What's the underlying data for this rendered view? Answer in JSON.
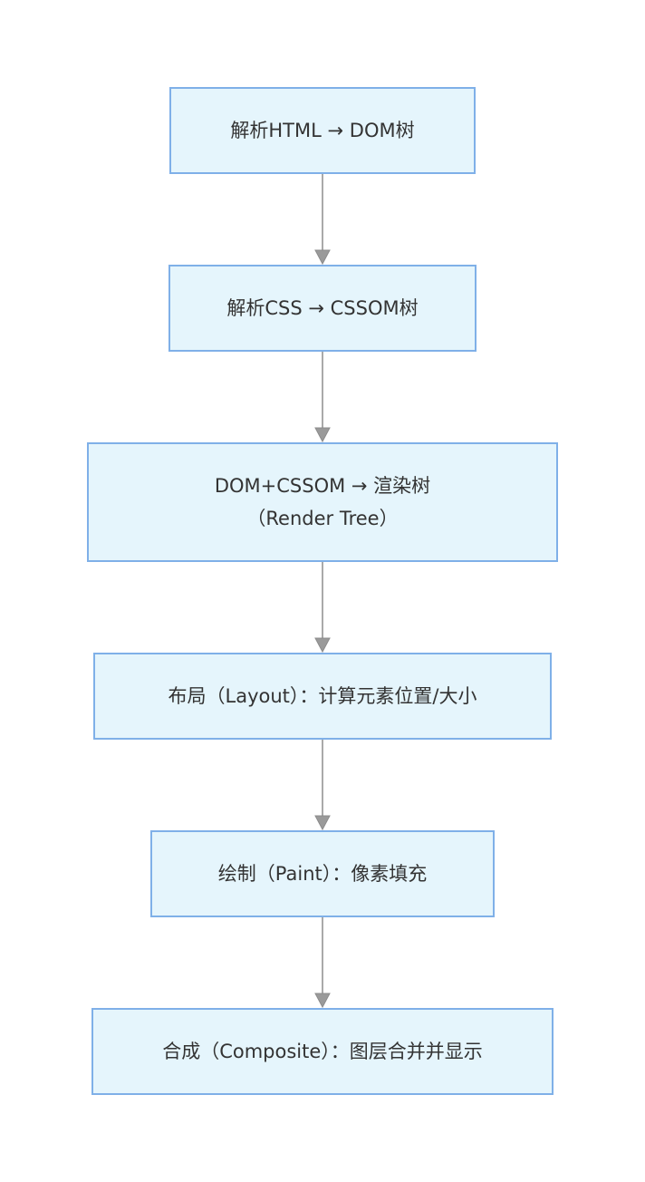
{
  "diagram": {
    "nodes": [
      {
        "id": "parse-html",
        "label": "解析HTML → DOM树"
      },
      {
        "id": "parse-css",
        "label": "解析CSS → CSSOM树"
      },
      {
        "id": "render-tree",
        "label": "DOM+CSSOM → 渲染树（Render Tree）"
      },
      {
        "id": "layout",
        "label": "布局（Layout）：计算元素位置/大小"
      },
      {
        "id": "paint",
        "label": "绘制（Paint）：像素填充"
      },
      {
        "id": "composite",
        "label": "合成（Composite）：图层合并并显示"
      }
    ],
    "edges": [
      {
        "from": "parse-html",
        "to": "parse-css"
      },
      {
        "from": "parse-css",
        "to": "render-tree"
      },
      {
        "from": "render-tree",
        "to": "layout"
      },
      {
        "from": "layout",
        "to": "paint"
      },
      {
        "from": "paint",
        "to": "composite"
      }
    ],
    "colors": {
      "node_fill": "#e5f5fc",
      "node_border": "#7fb0e8",
      "connector": "#8c8c8c",
      "text": "#333333"
    }
  }
}
